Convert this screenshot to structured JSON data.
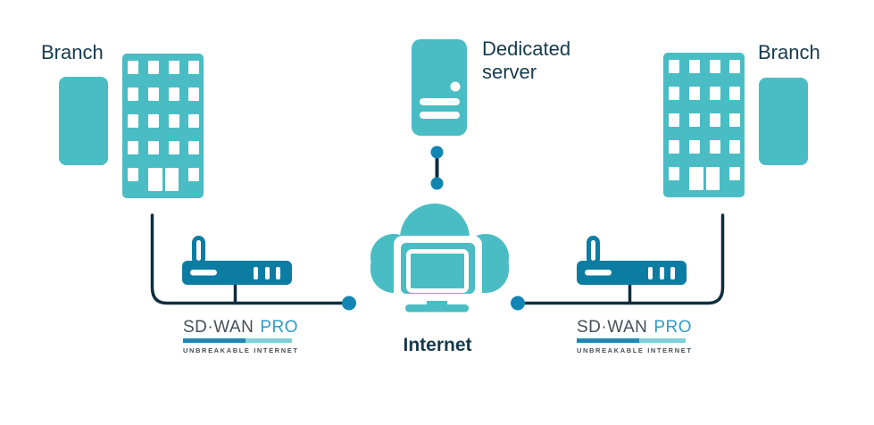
{
  "labels": {
    "branch_left": "Branch",
    "branch_right": "Branch",
    "dedicated_server": "Dedicated server",
    "internet": "Internet"
  },
  "sdwan_logo": {
    "brand": "SD·WAN",
    "suffix": "PRO",
    "tagline": "UNBREAKABLE INTERNET"
  },
  "icons": {
    "branch_left": "office-building-icon",
    "branch_left_annex": "small-building-icon",
    "branch_right": "office-building-icon",
    "branch_right_annex": "small-building-icon",
    "dedicated_server": "server-tower-icon",
    "internet": "cloud-with-monitor-icon",
    "cpe_left": "router-icon",
    "cpe_right": "router-icon",
    "link_endpoints": "connector-dot-icon"
  },
  "colors": {
    "teal": "#4abcc4",
    "router": "#0d7ca3",
    "dot": "#1285b3",
    "line": "#0e2e3e",
    "text": "#163a4d",
    "logo_slate": "#454f59",
    "logo_blue": "#2e9cc7",
    "bar_dark": "#1e88b4",
    "bar_light": "#7ed0d8"
  }
}
